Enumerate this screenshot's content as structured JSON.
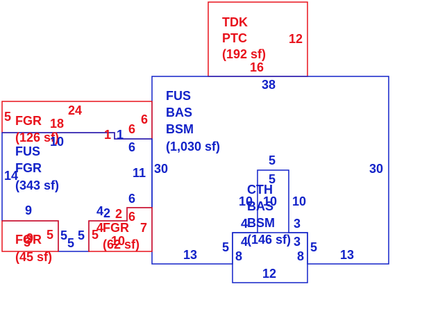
{
  "colors": {
    "red": "#e8121c",
    "blue": "#1222c8",
    "background": "#ffffff"
  },
  "areas": {
    "tdk": {
      "line1": "TDK",
      "line2": "PTC",
      "size": "(192 sf)",
      "dims": [
        "12",
        "16"
      ]
    },
    "fus_main": {
      "line1": "FUS",
      "line2": "BAS",
      "line3": "BSM",
      "size": "(1,030 sf)",
      "dims": [
        "38",
        "30",
        "30",
        "13",
        "13",
        "5",
        "5",
        "6",
        "6",
        "11",
        "1",
        "6"
      ]
    },
    "fgr_top": {
      "line1": "FGR",
      "size": "(126 sf)",
      "dims": [
        "5",
        "24",
        "18",
        "6",
        "1"
      ]
    },
    "fus_left": {
      "line1": "FUS",
      "line2": "FGR",
      "size": "(343 sf)",
      "dims": [
        "10",
        "14",
        "9",
        "4",
        "2",
        "5",
        "5"
      ]
    },
    "fgr_small_left": {
      "line1": "FGR",
      "size": "(45 sf)",
      "dims": [
        "5",
        "9",
        "5"
      ]
    },
    "fgr_small_mid": {
      "line1": "FGR",
      "size": "(62 sf)",
      "dims": [
        "2",
        "6",
        "7",
        "4",
        "5",
        "10"
      ]
    },
    "cth": {
      "line1": "CTH",
      "line2": "BAS",
      "line3": "BSM",
      "size": "(146 sf)",
      "dims": [
        "5",
        "5",
        "10",
        "10",
        "10",
        "4",
        "4",
        "3",
        "3",
        "8",
        "8",
        "12"
      ]
    }
  }
}
